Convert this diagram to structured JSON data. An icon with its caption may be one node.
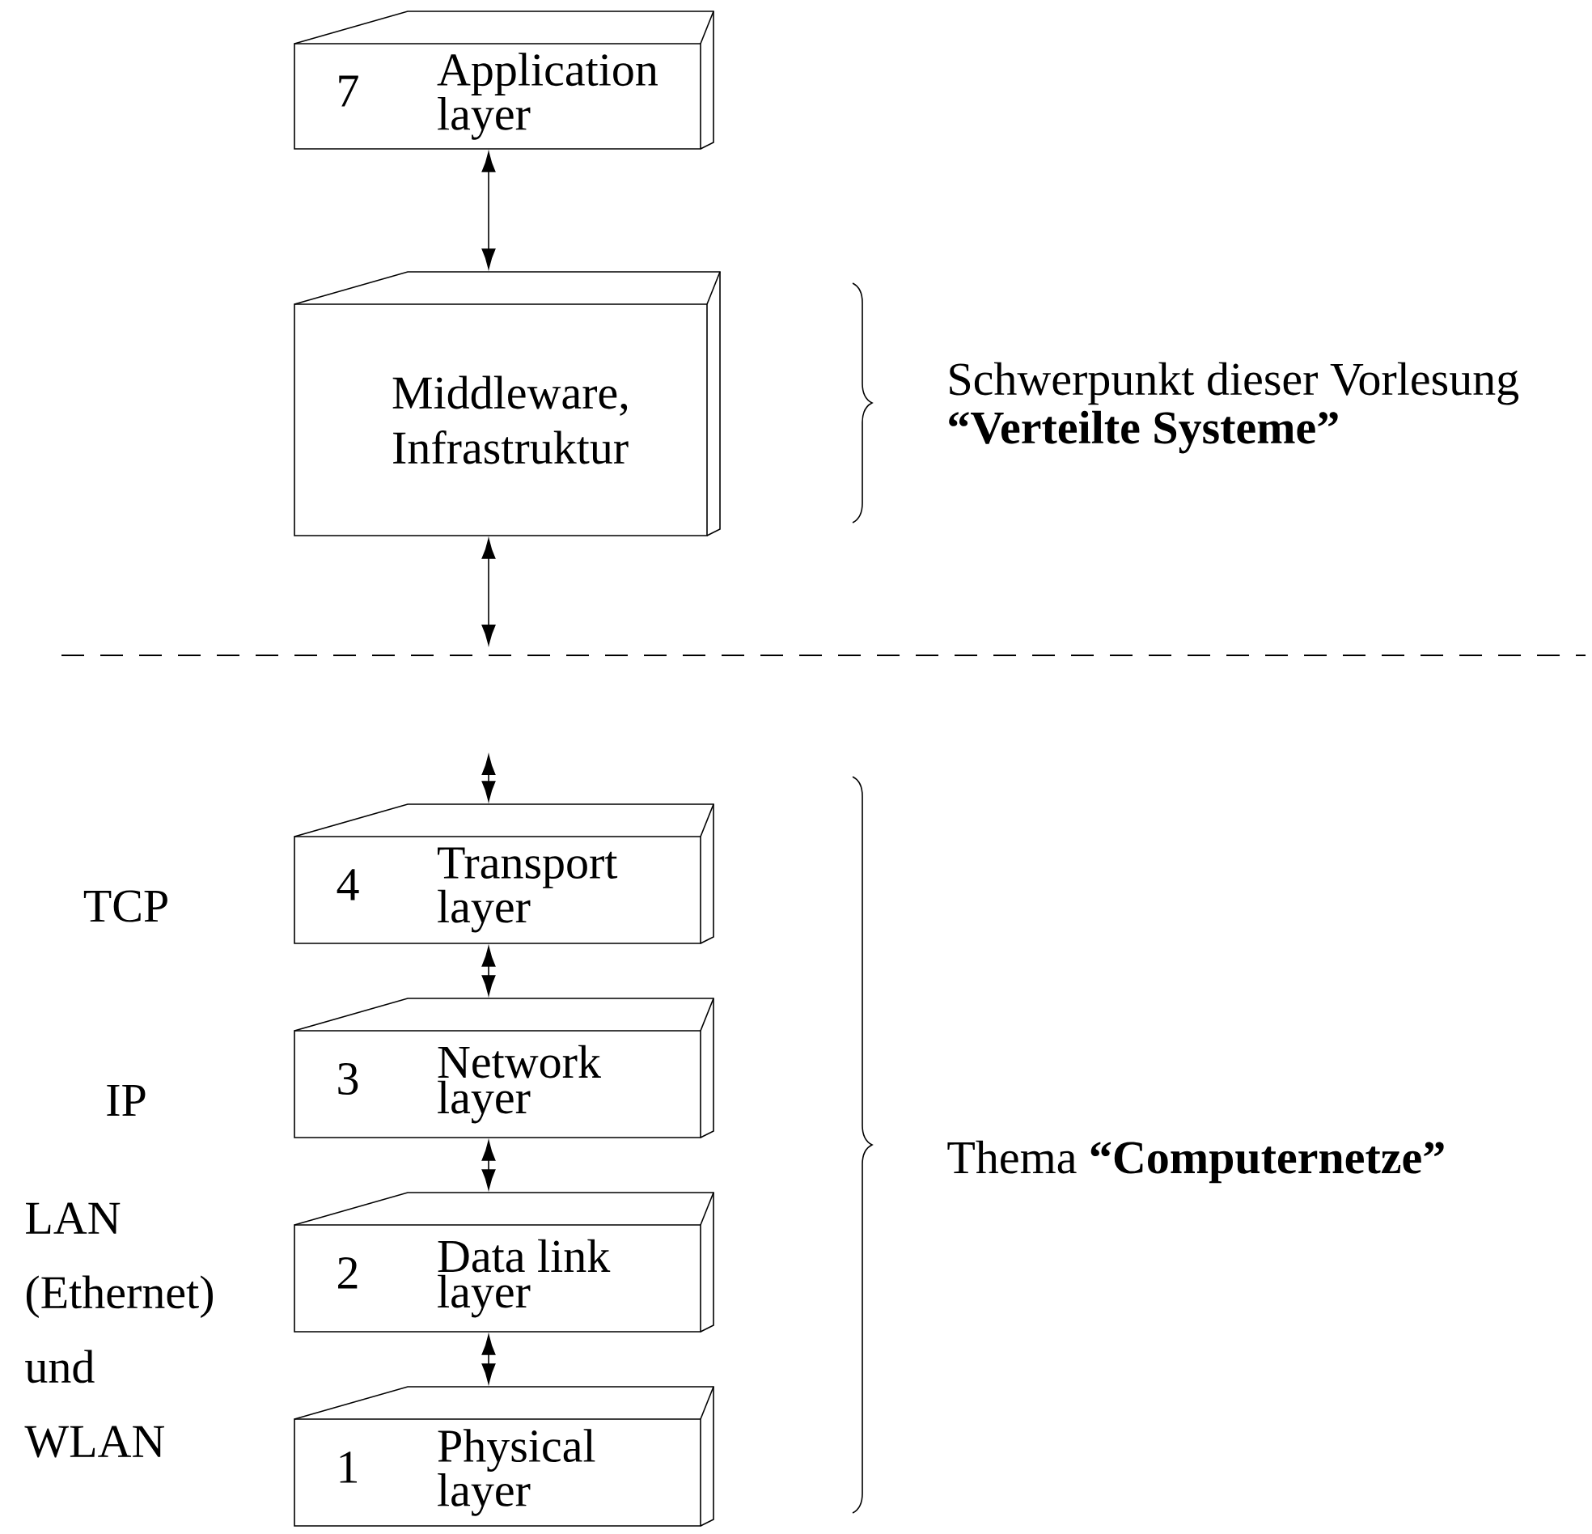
{
  "diagram": {
    "nodes": [
      {
        "text": [
          "7",
          "Application layer"
        ]
      },
      {
        "text": [
          "Middleware, Infrastruktur"
        ]
      },
      {
        "text": [
          "4",
          "Transport layer"
        ],
        "beside": [
          "TCP"
        ]
      },
      {
        "text": [
          "3",
          "Network layer"
        ],
        "beside": [
          "IP"
        ]
      },
      {
        "text": [
          "2",
          "Data link layer"
        ],
        "beside": [
          "LAN (Ethernet) und WLAN"
        ]
      },
      {
        "text": [
          "1",
          "Physical layer"
        ]
      }
    ],
    "edges": [
      {
        "from": 0,
        "to": 1,
        "arrow": "both"
      },
      {
        "from": 1,
        "to": null,
        "arrow": "both"
      },
      {
        "from": null,
        "to": 2,
        "arrow": "both"
      },
      {
        "from": 2,
        "to": 3,
        "arrow": "both"
      },
      {
        "from": 3,
        "to": 4,
        "arrow": "both"
      },
      {
        "from": 4,
        "to": 5,
        "arrow": "both"
      }
    ],
    "labels": [
      "Schwerpunkt dieser Vorlesung",
      "“Verteilte Systeme”",
      "Thema **“Computernetze”**"
    ]
  }
}
